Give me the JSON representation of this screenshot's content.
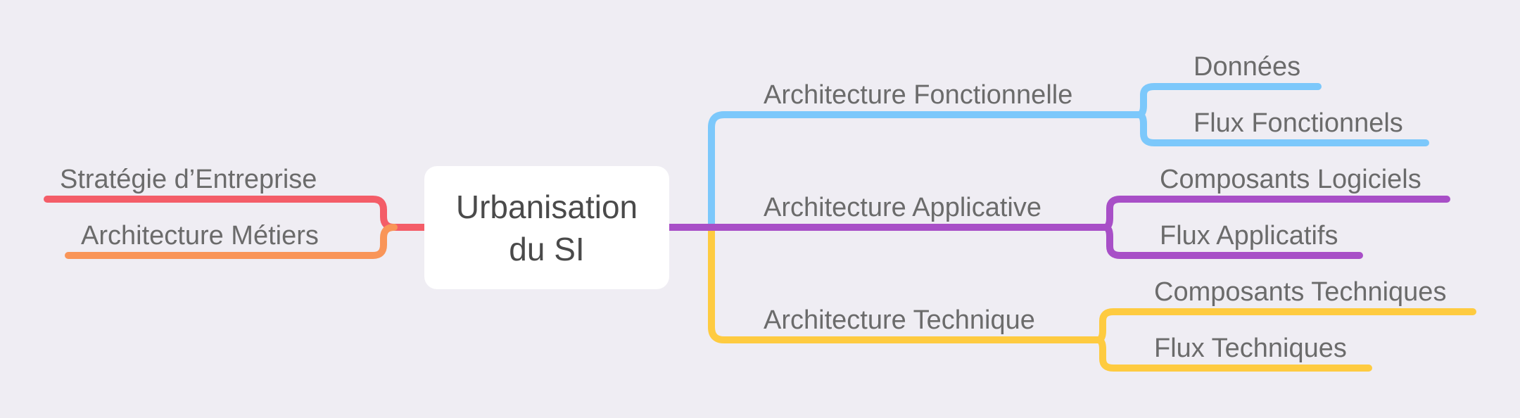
{
  "root": {
    "title": "Urbanisation\ndu SI"
  },
  "left_branches": [
    {
      "label": "Stratégie d’Entreprise",
      "color": "#f45d68"
    },
    {
      "label": "Architecture Métiers",
      "color": "#f99558"
    }
  ],
  "right_branches": [
    {
      "label": "Architecture Fonctionnelle",
      "color": "#7cc8fb",
      "children": [
        "Données",
        "Flux Fonctionnels"
      ]
    },
    {
      "label": "Architecture Applicative",
      "color": "#a84fc7",
      "children": [
        "Composants Logiciels",
        "Flux Applicatifs"
      ]
    },
    {
      "label": "Architecture Technique",
      "color": "#fecb40",
      "children": [
        "Composants Techniques",
        "Flux Techniques"
      ]
    }
  ]
}
